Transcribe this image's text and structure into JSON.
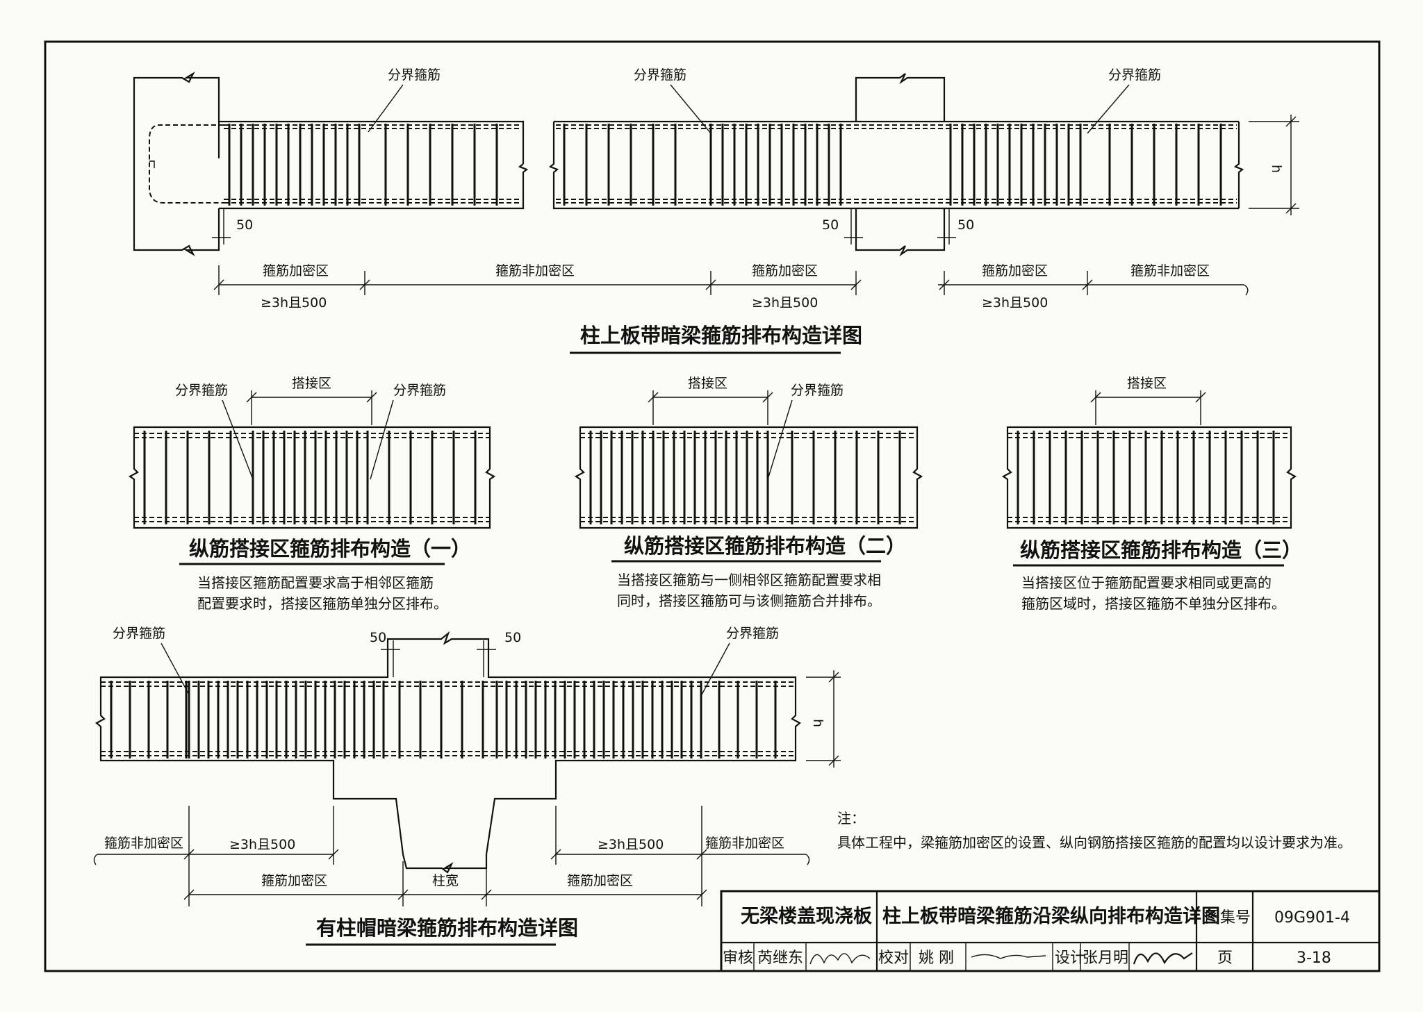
{
  "labels": {
    "boundary_stirrup": "分界箍筋",
    "dense_zone": "箍筋加密区",
    "non_dense_zone": "箍筋非加密区",
    "min_len": "≥3h且500",
    "lap_zone": "搭接区",
    "col_width": "柱宽",
    "dim_50": "50",
    "h": "h"
  },
  "titles": {
    "main_top": "柱上板带暗梁箍筋排布构造详图",
    "lap1": "纵筋搭接区箍筋排布构造（一）",
    "lap2": "纵筋搭接区箍筋排布构造（二）",
    "lap3": "纵筋搭接区箍筋排布构造（三）",
    "main_bottom": "有柱帽暗梁箍筋排布构造详图"
  },
  "captions": {
    "lap1_l1": "当搭接区箍筋配置要求高于相邻区箍筋",
    "lap1_l2": "配置要求时，搭接区箍筋单独分区排布。",
    "lap2_l1": "当搭接区箍筋与一侧相邻区箍筋配置要求相",
    "lap2_l2": "同时，搭接区箍筋可与该侧箍筋合并排布。",
    "lap3_l1": "当搭接区位于箍筋配置要求相同或更高的",
    "lap3_l2": "箍筋区域时，搭接区箍筋不单独分区排布。"
  },
  "notes": {
    "head": "注：",
    "text": "具体工程中，梁箍筋加密区的设置、纵向钢筋搭接区箍筋的配置均以设计要求为准。"
  },
  "title_block": {
    "category": "无梁楼盖现浇板",
    "drawing_title": "柱上板带暗梁箍筋沿梁纵向排布构造详图",
    "atlas_label": "图集号",
    "atlas_no": "09G901-4",
    "review_label": "审核",
    "reviewer": "芮继东",
    "check_label": "校对",
    "checker": "姚 刚",
    "design_label": "设计",
    "designer": "张月明",
    "page_label": "页",
    "page_no": "3-18"
  }
}
